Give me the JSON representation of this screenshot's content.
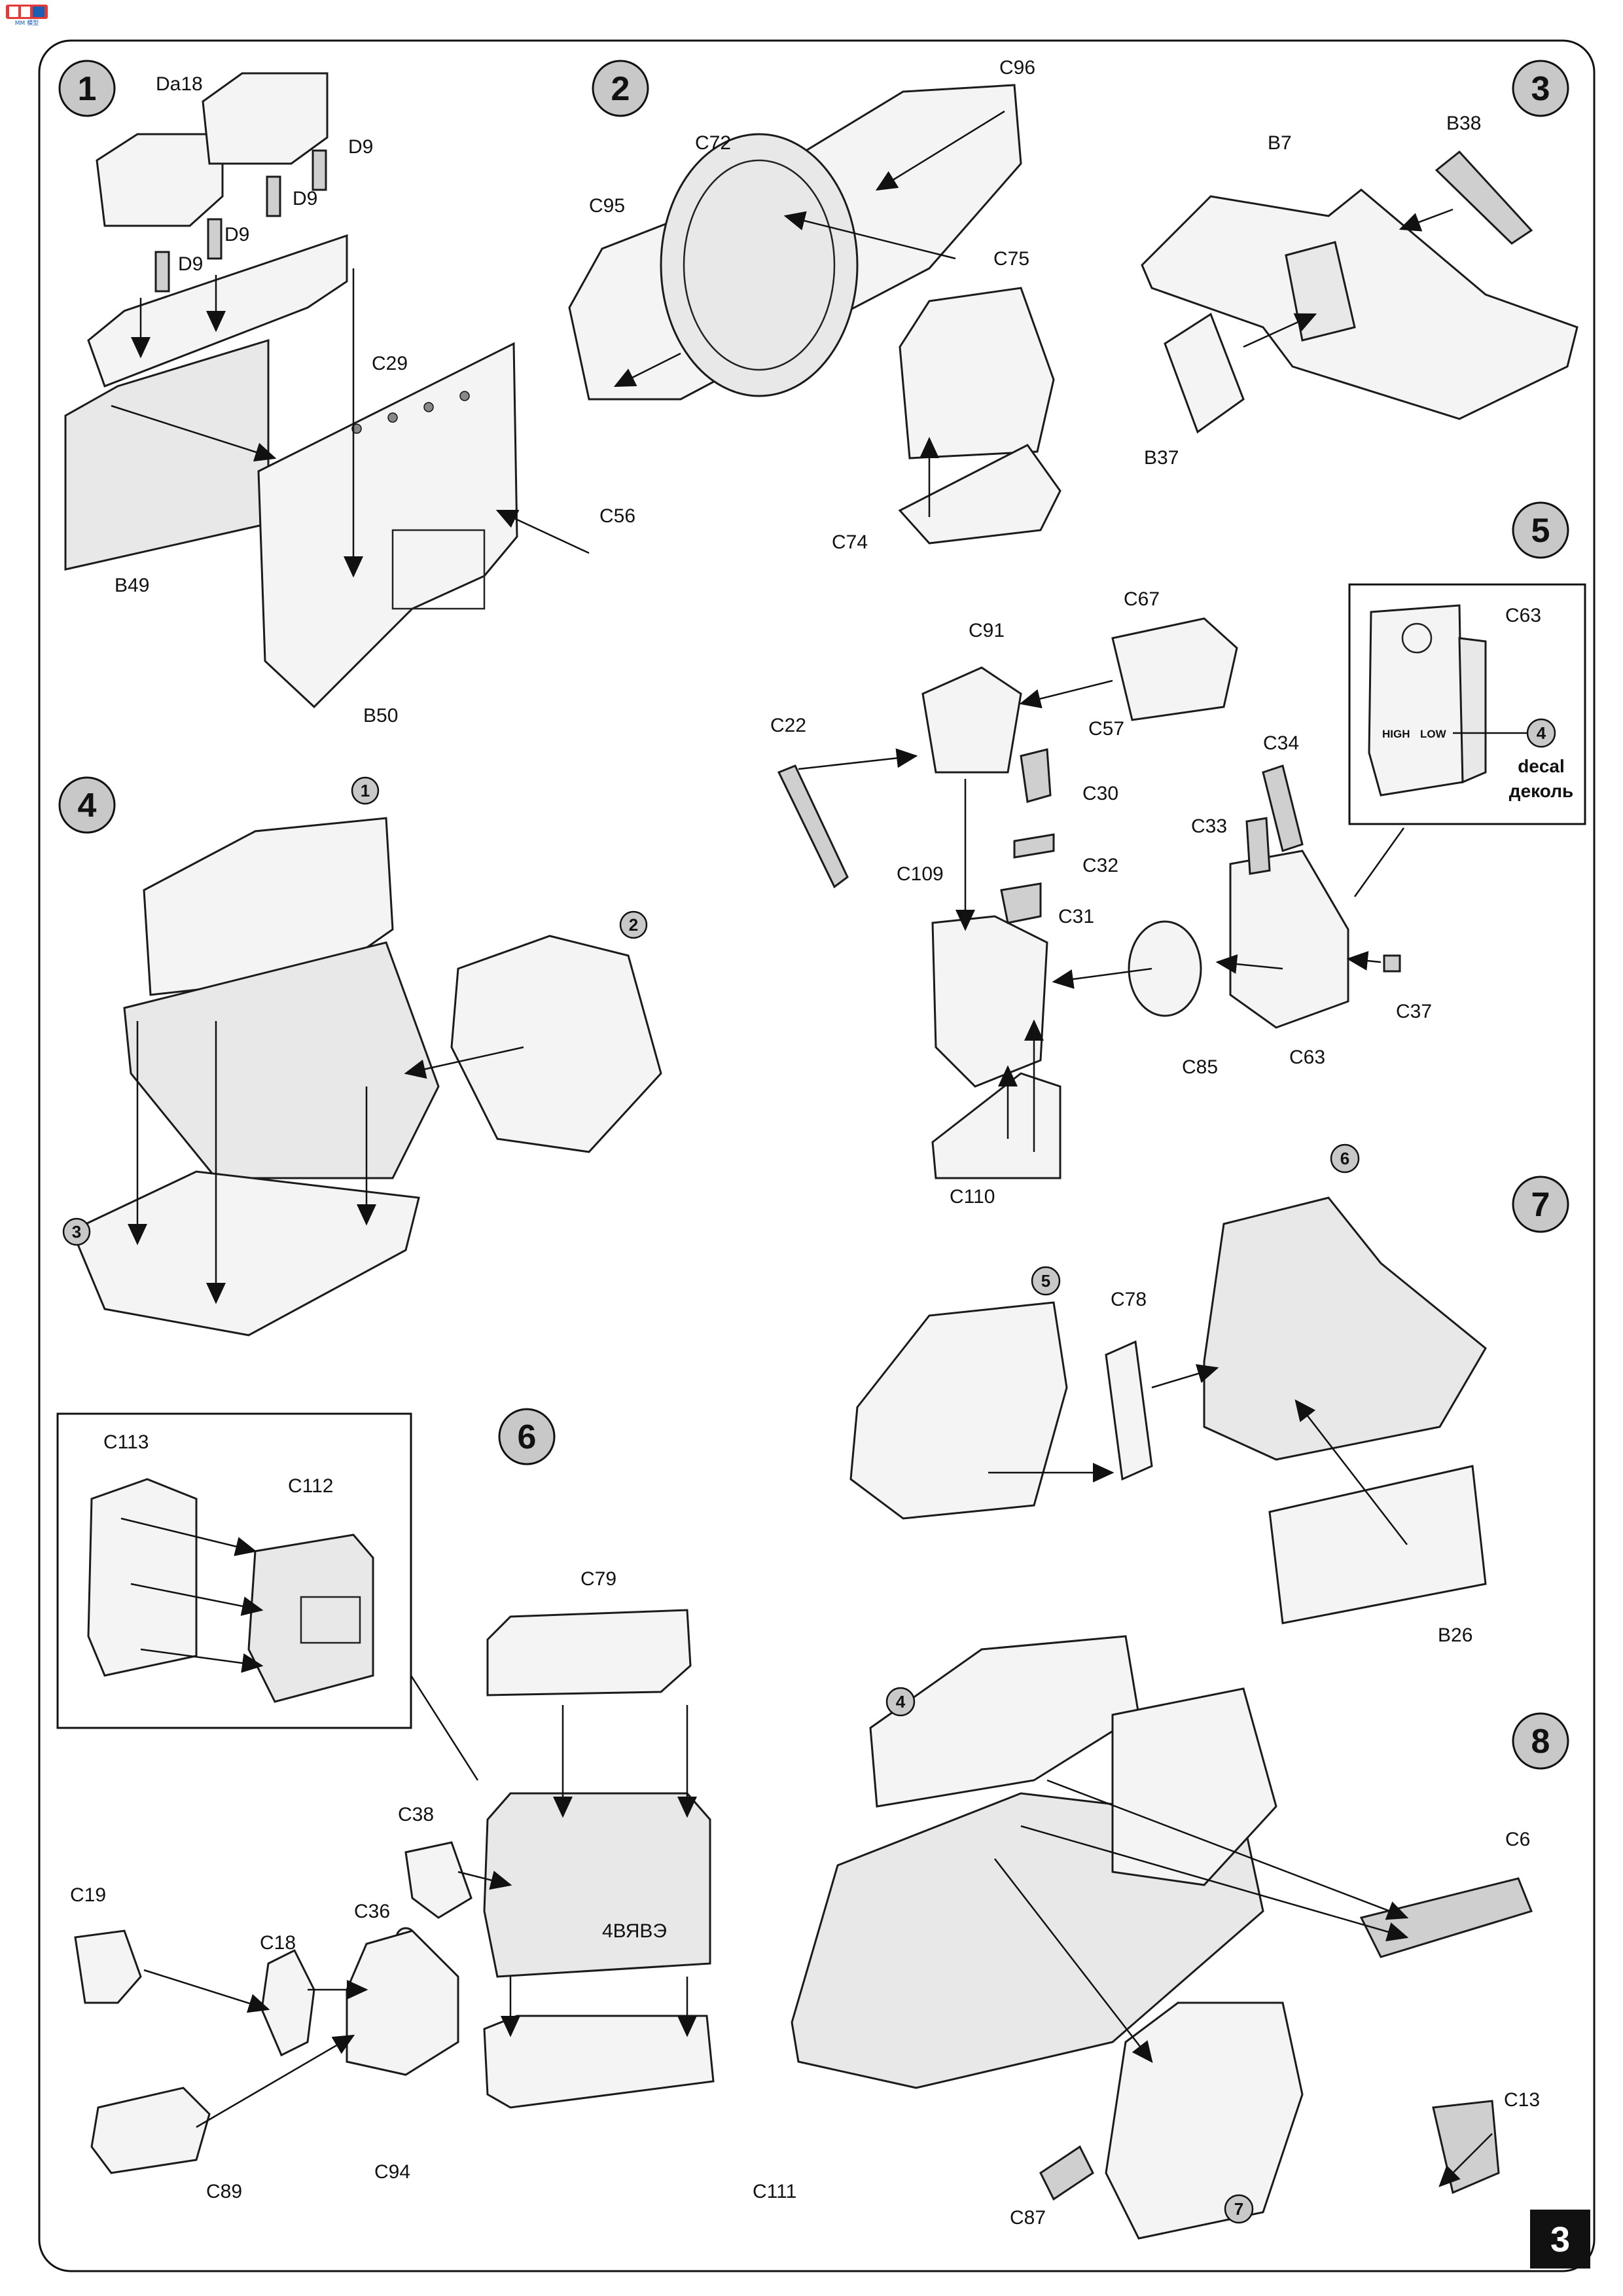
{
  "page": {
    "number": "3",
    "brand_colors": {
      "logo": "#1a5fb4",
      "badge": "#111111"
    }
  },
  "logo": {
    "text": "MM 模型",
    "icon": "publisher-logo"
  },
  "steps": [
    {
      "number": "1",
      "parts": [
        "Da18",
        "D9",
        "D9",
        "D9",
        "D9",
        "C29",
        "C56",
        "B49",
        "B50"
      ]
    },
    {
      "number": "2",
      "parts": [
        "C96",
        "C72",
        "C95",
        "C75",
        "C74"
      ]
    },
    {
      "number": "3",
      "parts": [
        "B7",
        "B38",
        "B37"
      ]
    },
    {
      "number": "4",
      "refs": [
        "1",
        "2",
        "3"
      ]
    },
    {
      "number": "5",
      "parts": [
        "C67",
        "C91",
        "C22",
        "C57",
        "C30",
        "C32",
        "C31",
        "C109",
        "C110",
        "C34",
        "C33",
        "C85",
        "C63",
        "C37"
      ],
      "inset": {
        "part": "C63",
        "high": "HIGH",
        "low": "LOW",
        "decal_ref": "4",
        "decal_en": "decal",
        "decal_ru": "деколь"
      }
    },
    {
      "number": "6",
      "parts": [
        "C79",
        "C38",
        "C36",
        "C19",
        "C18",
        "C89",
        "C94",
        "C111"
      ],
      "inset": {
        "parts": [
          "C113",
          "C112"
        ]
      },
      "engine_marking": "4ВЯВЭ"
    },
    {
      "number": "7",
      "refs": [
        "5",
        "6"
      ],
      "parts": [
        "C78",
        "B26"
      ]
    },
    {
      "number": "8",
      "refs": [
        "4",
        "7"
      ],
      "parts": [
        "C6",
        "C13",
        "C87"
      ]
    }
  ]
}
